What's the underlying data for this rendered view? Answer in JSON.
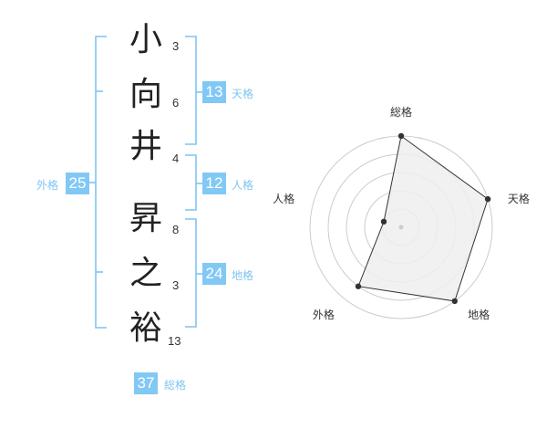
{
  "name": {
    "characters": [
      {
        "char": "小",
        "strokes": "3"
      },
      {
        "char": "向",
        "strokes": "6"
      },
      {
        "char": "井",
        "strokes": "4"
      },
      {
        "char": "昇",
        "strokes": "8"
      },
      {
        "char": "之",
        "strokes": "3"
      },
      {
        "char": "裕",
        "strokes": "13"
      }
    ]
  },
  "fortune": {
    "tenkaku": {
      "value": "13",
      "label": "天格"
    },
    "jinkaku": {
      "value": "12",
      "label": "人格"
    },
    "chikaku": {
      "value": "24",
      "label": "地格"
    },
    "gaikaku": {
      "value": "25",
      "label": "外格"
    },
    "soukaku": {
      "value": "37",
      "label": "総格"
    }
  },
  "chart_data": {
    "type": "radar",
    "axes": [
      "総格",
      "天格",
      "地格",
      "外格",
      "人格"
    ],
    "values": [
      5,
      5,
      5,
      4,
      1
    ],
    "rmax": 5,
    "rings": 5,
    "grid": true
  },
  "colors": {
    "accent": "#82c8f5",
    "bracket": "#7fc4f1",
    "grid": "#cccccc",
    "polygon_fill": "#eeeeee",
    "polygon_stroke": "#333333"
  }
}
